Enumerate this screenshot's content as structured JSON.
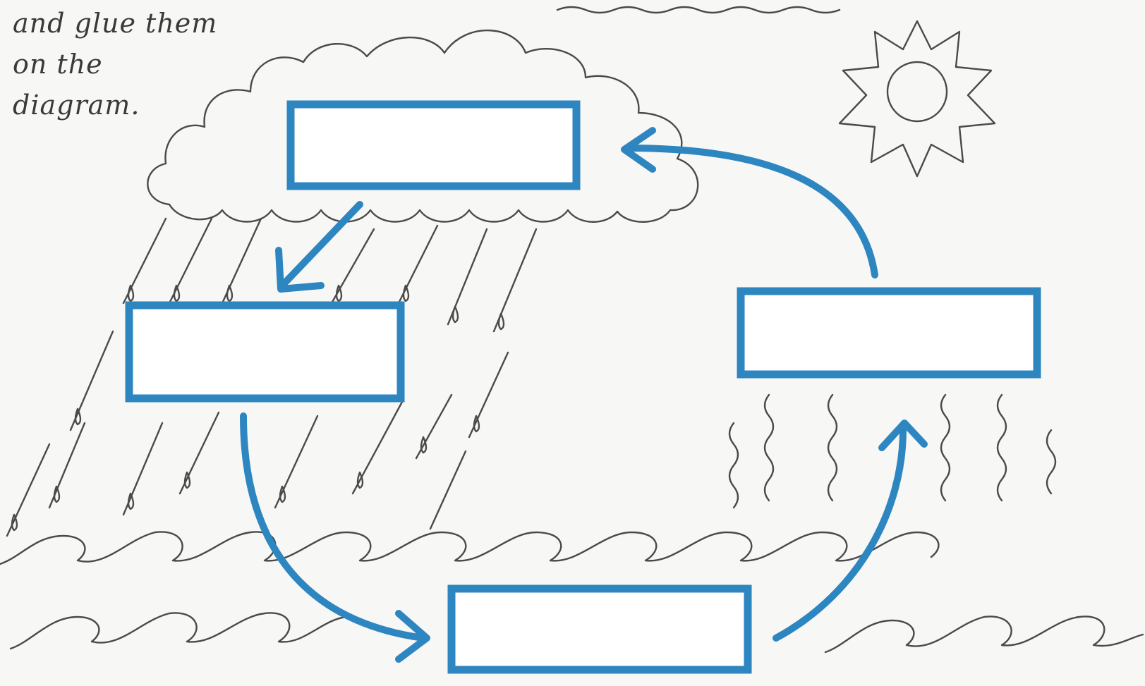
{
  "instructions": {
    "line1": "and glue them",
    "line2": "on the",
    "line3": "diagram."
  },
  "label_boxes": [
    {
      "id": "cloud-box",
      "text": ""
    },
    {
      "id": "rain-box",
      "text": ""
    },
    {
      "id": "sea-box",
      "text": ""
    },
    {
      "id": "evaporation-box",
      "text": ""
    }
  ],
  "colors": {
    "accent": "#2e86c1",
    "ink": "#4a4a4a",
    "paper": "#f7f7f5"
  },
  "icons": [
    "cloud-icon",
    "sun-icon",
    "rain-icon",
    "waves-icon",
    "vapour-icon",
    "arrow-icon"
  ]
}
